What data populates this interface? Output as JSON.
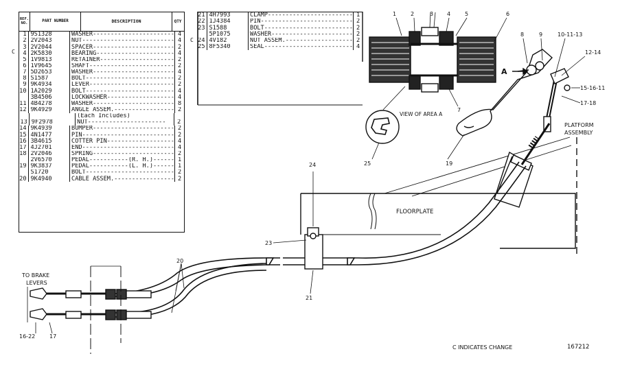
{
  "table1": {
    "headers": {
      "ref": "REF. NO.",
      "part": "PART NUMBER",
      "desc": "DESCRIPTION",
      "qty": "QTY"
    },
    "rows": [
      {
        "ref": "1",
        "part": "9S1328",
        "desc": "WASHER-----------------------",
        "qty": "4",
        "mark": ""
      },
      {
        "ref": "2",
        "part": "2V2043",
        "desc": "NUT--------------------------",
        "qty": "4",
        "mark": ""
      },
      {
        "ref": "3",
        "part": "2V2044",
        "desc": "SPACER-----------------------",
        "qty": "2",
        "mark": ""
      },
      {
        "ref": "4",
        "part": "2K5830",
        "desc": "BEARING----------------------",
        "qty": "4",
        "mark": "C"
      },
      {
        "ref": "5",
        "part": "1V9813",
        "desc": "RETAINER---------------------",
        "qty": "2",
        "mark": ""
      },
      {
        "ref": "6",
        "part": "1V9645",
        "desc": "SHAFT------------------------",
        "qty": "2",
        "mark": ""
      },
      {
        "ref": "7",
        "part": "5D2653",
        "desc": "WASHER-----------------------",
        "qty": "4",
        "mark": ""
      },
      {
        "ref": "8",
        "part": "S1587",
        "desc": "BOLT-------------------------",
        "qty": "2",
        "mark": ""
      },
      {
        "ref": "9",
        "part": "9K4934",
        "desc": "LEVER------------------------",
        "qty": "2",
        "mark": ""
      },
      {
        "ref": "10",
        "part": "1A2029",
        "desc": "BOLT-------------------------",
        "qty": "4",
        "mark": ""
      },
      {
        "ref": "",
        "part": "3B4506",
        "desc": "LOCKWASHER-------------------",
        "qty": "4",
        "mark": ""
      },
      {
        "ref": "11",
        "part": "4B4278",
        "desc": "WASHER-----------------------",
        "qty": "8",
        "mark": ""
      },
      {
        "ref": "12",
        "part": "9K4929",
        "desc": "ANGLE ASSEM.-----------------",
        "qty": "2",
        "mark": ""
      },
      {
        "ref": "",
        "part": "",
        "desc": "(Each Includes)",
        "qty": "",
        "mark": ""
      },
      {
        "ref": "13",
        "part": "9F2978",
        "desc": "   NUT----------------------",
        "qty": "2",
        "mark": ""
      },
      {
        "ref": "14",
        "part": "9K4939",
        "desc": "BUMPER-----------------------",
        "qty": "2",
        "mark": ""
      },
      {
        "ref": "15",
        "part": "4N1477",
        "desc": "PIN--------------------------",
        "qty": "2",
        "mark": ""
      },
      {
        "ref": "16",
        "part": "3B4615",
        "desc": "COTTER PIN-------------------",
        "qty": "4",
        "mark": ""
      },
      {
        "ref": "17",
        "part": "4J2701",
        "desc": "END--------------------------",
        "qty": "4",
        "mark": ""
      },
      {
        "ref": "18",
        "part": "2V2046",
        "desc": "SPRING-----------------------",
        "qty": "2",
        "mark": ""
      },
      {
        "ref": "",
        "part": "2V6570",
        "desc": "PEDAL-----------(R. H.)------",
        "qty": "1",
        "mark": ""
      },
      {
        "ref": "19",
        "part": "9K3837",
        "desc": "PEDAL-----------(L. H.)------",
        "qty": "1",
        "mark": ""
      },
      {
        "ref": "",
        "part": "S1720",
        "desc": "BOLT-------------------------",
        "qty": "2",
        "mark": ""
      },
      {
        "ref": "20",
        "part": "9K4940",
        "desc": "CABLE ASSEM.-----------------",
        "qty": "2",
        "mark": ""
      }
    ]
  },
  "table2": {
    "rows": [
      {
        "ref": "21",
        "part": "4H7993",
        "desc": "CLAMP------------------------",
        "qty": "1",
        "mark": ""
      },
      {
        "ref": "22",
        "part": "1J4384",
        "desc": "PIN--------------------------",
        "qty": "2",
        "mark": ""
      },
      {
        "ref": "23",
        "part": "S1588",
        "desc": "BOLT-------------------------",
        "qty": "2",
        "mark": ""
      },
      {
        "ref": "",
        "part": "5P1075",
        "desc": "WASHER-----------------------",
        "qty": "2",
        "mark": ""
      },
      {
        "ref": "24",
        "part": "4V182",
        "desc": "NUT ASSEM.-------------------",
        "qty": "2",
        "mark": "C"
      },
      {
        "ref": "25",
        "part": "8F5340",
        "desc": "SEAL-------------------------",
        "qty": "4",
        "mark": ""
      }
    ]
  },
  "callouts": {
    "n1": "1",
    "n2": "2",
    "n3": "3",
    "n4": "4",
    "n5": "5",
    "n6": "6",
    "n7": "7",
    "n8": "8",
    "n9": "9",
    "n10_13": "10-11-13",
    "n12_14": "12-14",
    "n15_11": "15-16-11",
    "n17_18": "17-18",
    "n19": "19",
    "n20": "20",
    "n21": "21",
    "n23": "23",
    "n24": "24",
    "n25": "25",
    "n16_22": "16-22",
    "n17": "17",
    "a": "A"
  },
  "labels": {
    "view_area": "VIEW OF AREA A",
    "platform_1": "PLATFORM",
    "platform_2": "ASSEMBLY",
    "floorplate": "FLOORPLATE",
    "brake_1": "TO BRAKE",
    "brake_2": "LEVERS",
    "change_note": "C INDICATES CHANGE",
    "drawing_no": "167212"
  }
}
